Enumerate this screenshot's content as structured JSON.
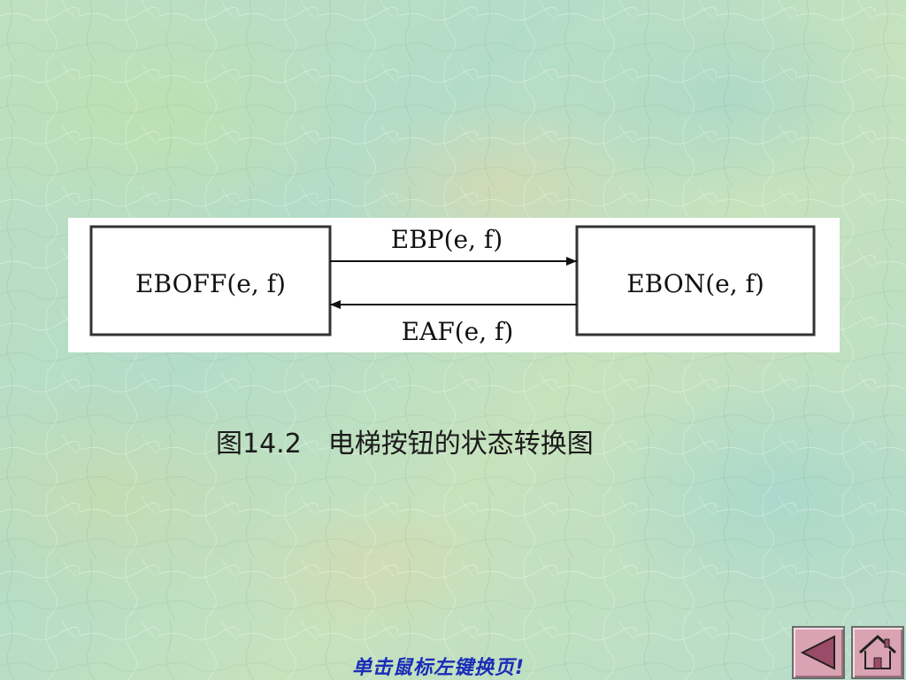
{
  "diagram": {
    "states": [
      {
        "id": "eboff",
        "label": "EBOFF(e, f)"
      },
      {
        "id": "ebon",
        "label": "EBON(e, f)"
      }
    ],
    "transitions": [
      {
        "from": "eboff",
        "to": "ebon",
        "label": "EBP(e, f)"
      },
      {
        "from": "ebon",
        "to": "eboff",
        "label": "EAF(e, f)"
      }
    ]
  },
  "caption": "图14.2　电梯按钮的状态转换图",
  "footer": {
    "hint": "单击鼠标左键换页!"
  },
  "navigation": {
    "prev_icon": "left-triangle-icon",
    "home_icon": "home-icon"
  },
  "colors": {
    "footer_text": "#1a2cb8",
    "nav_button": "#d9a3b3"
  }
}
